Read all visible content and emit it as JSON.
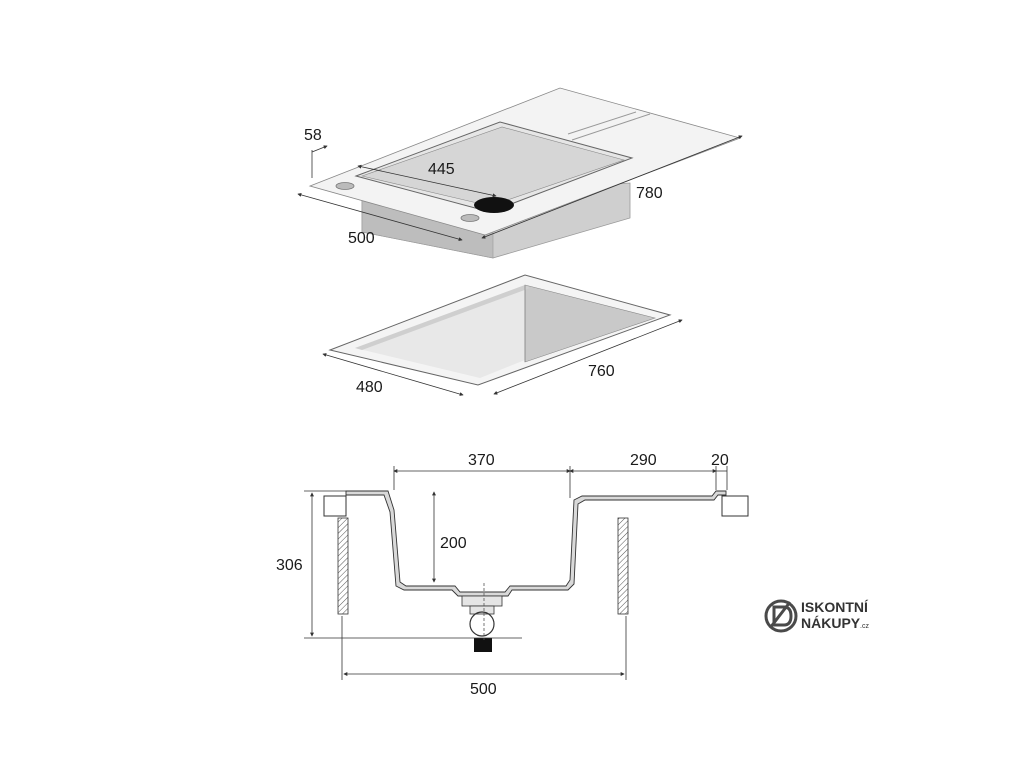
{
  "top_view": {
    "dim_58": "58",
    "dim_445": "445",
    "dim_780": "780",
    "dim_500": "500"
  },
  "cutout_view": {
    "dim_480": "480",
    "dim_760": "760"
  },
  "section_view": {
    "dim_370": "370",
    "dim_290": "290",
    "dim_20": "20",
    "dim_200": "200",
    "dim_306": "306",
    "dim_500": "500"
  },
  "logo": {
    "line1": "ISKONTNÍ",
    "line2": "NÁKUPY",
    "suffix": ".cz",
    "colors": {
      "mark": "#4a4a4a",
      "text": "#333333"
    }
  }
}
